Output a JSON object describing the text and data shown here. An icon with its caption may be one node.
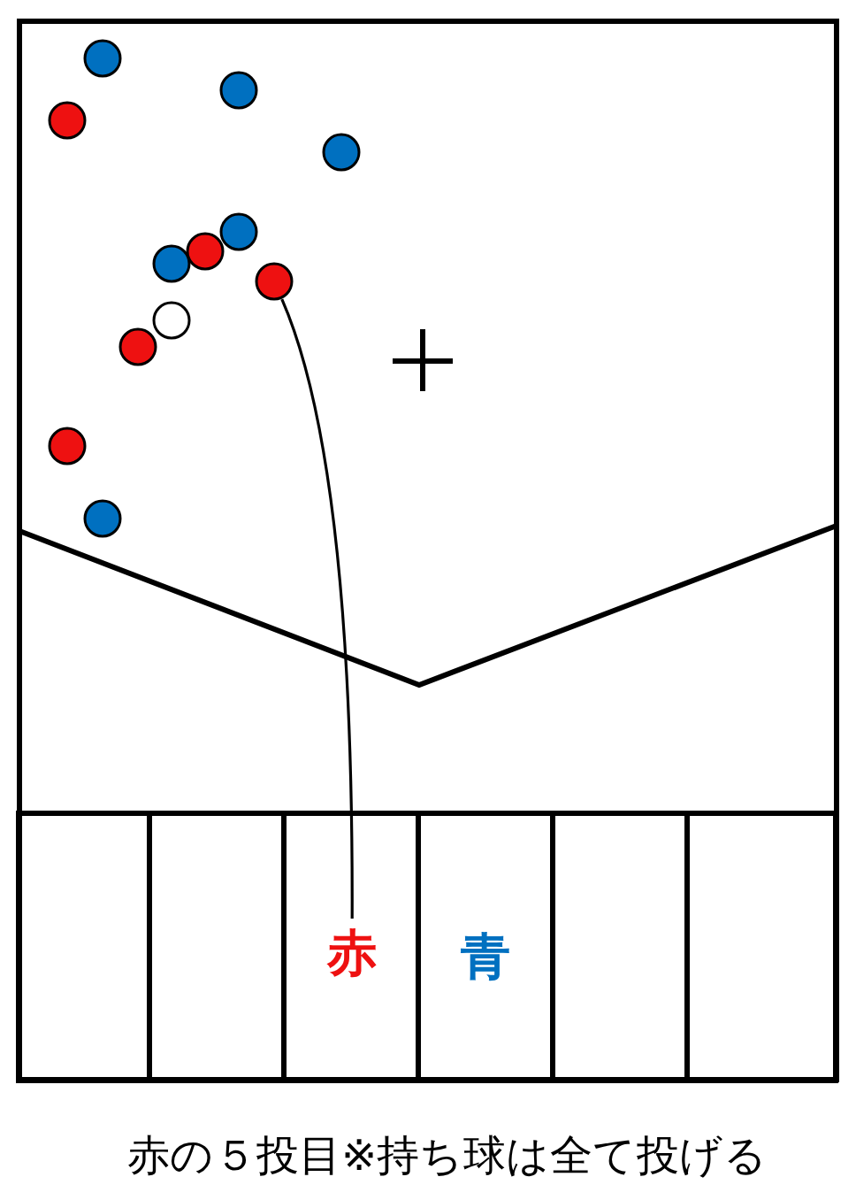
{
  "diagram": {
    "caption": "赤の５投目※持ち球は全て投げる",
    "nodes": [
      {
        "text": [],
        "shape": "circle"
      },
      {
        "text": [],
        "shape": "circle"
      },
      {
        "text": [],
        "shape": "circle"
      },
      {
        "text": [],
        "shape": "circle"
      },
      {
        "text": [],
        "shape": "circle"
      },
      {
        "text": [],
        "shape": "circle"
      },
      {
        "text": [],
        "shape": "circle"
      },
      {
        "text": [],
        "shape": "circle"
      },
      {
        "text": [],
        "shape": "circle"
      },
      {
        "text": [],
        "shape": "circle"
      },
      {
        "text": [],
        "shape": "circle"
      },
      {
        "text": [],
        "shape": "circle"
      },
      {
        "text": [],
        "shape": "box"
      },
      {
        "text": [],
        "shape": "box"
      },
      {
        "text": [],
        "shape": "box"
      },
      {
        "text": [
          "赤"
        ],
        "in": 14
      },
      {
        "text": [
          "青"
        ]
      },
      {
        "text": [],
        "shape": "box"
      },
      {
        "text": [],
        "shape": "box"
      }
    ],
    "edges": [
      {
        "from": 15,
        "to": 7,
        "arrow": "none"
      }
    ]
  }
}
